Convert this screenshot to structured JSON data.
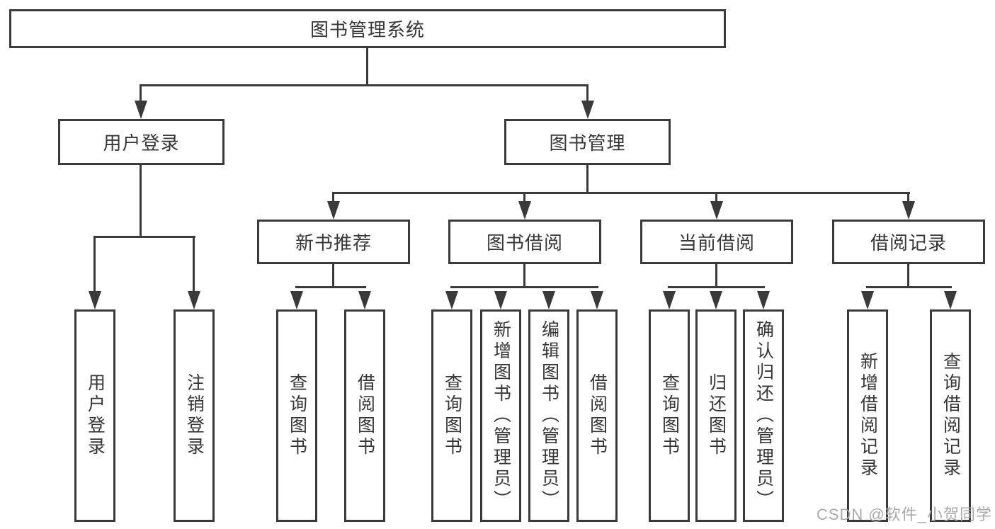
{
  "diagram": {
    "root": {
      "label": "图书管理系统",
      "children": [
        {
          "label": "用户登录",
          "children": [
            {
              "label": "用户登录"
            },
            {
              "label": "注销登录"
            }
          ]
        },
        {
          "label": "图书管理",
          "children": [
            {
              "label": "新书推荐",
              "children": [
                {
                  "label": "查询图书"
                },
                {
                  "label": "借阅图书"
                }
              ]
            },
            {
              "label": "图书借阅",
              "children": [
                {
                  "label": "查询图书"
                },
                {
                  "label": "新增图书（管理员）"
                },
                {
                  "label": "编辑图书（管理员）"
                },
                {
                  "label": "借阅图书"
                }
              ]
            },
            {
              "label": "当前借阅",
              "children": [
                {
                  "label": "查询图书"
                },
                {
                  "label": "归还图书"
                },
                {
                  "label": "确认归还（管理员）"
                }
              ]
            },
            {
              "label": "借阅记录",
              "children": [
                {
                  "label": "新增借阅记录"
                },
                {
                  "label": "查询借阅记录"
                }
              ]
            }
          ]
        }
      ]
    },
    "colors": {
      "line": "#3a3a3a",
      "box_fill": "#ffffff",
      "text": "#363636",
      "watermark": "#aaaaaa"
    },
    "watermark": "CSDN @软件_小贺同学"
  }
}
